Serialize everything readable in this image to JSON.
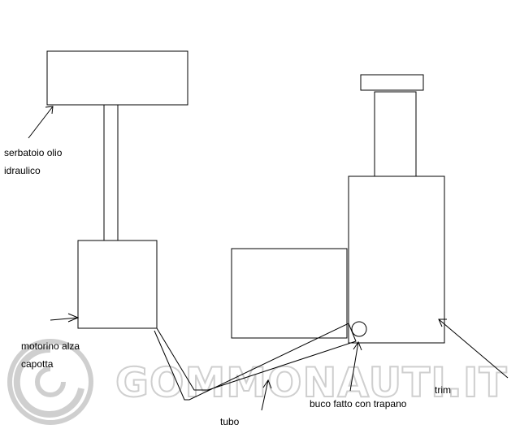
{
  "labels": {
    "reservoir": [
      "serbatoio olio",
      "idraulico"
    ],
    "motor": [
      "motorino alza",
      "capotta"
    ],
    "tube": "tubo",
    "hole": "buco fatto con trapano",
    "trim": "trim"
  },
  "watermark": {
    "text": "GOMMONAUTI.IT"
  },
  "colors": {
    "line": "#000000",
    "background": "#ffffff",
    "watermark": "#cfcfcf"
  }
}
